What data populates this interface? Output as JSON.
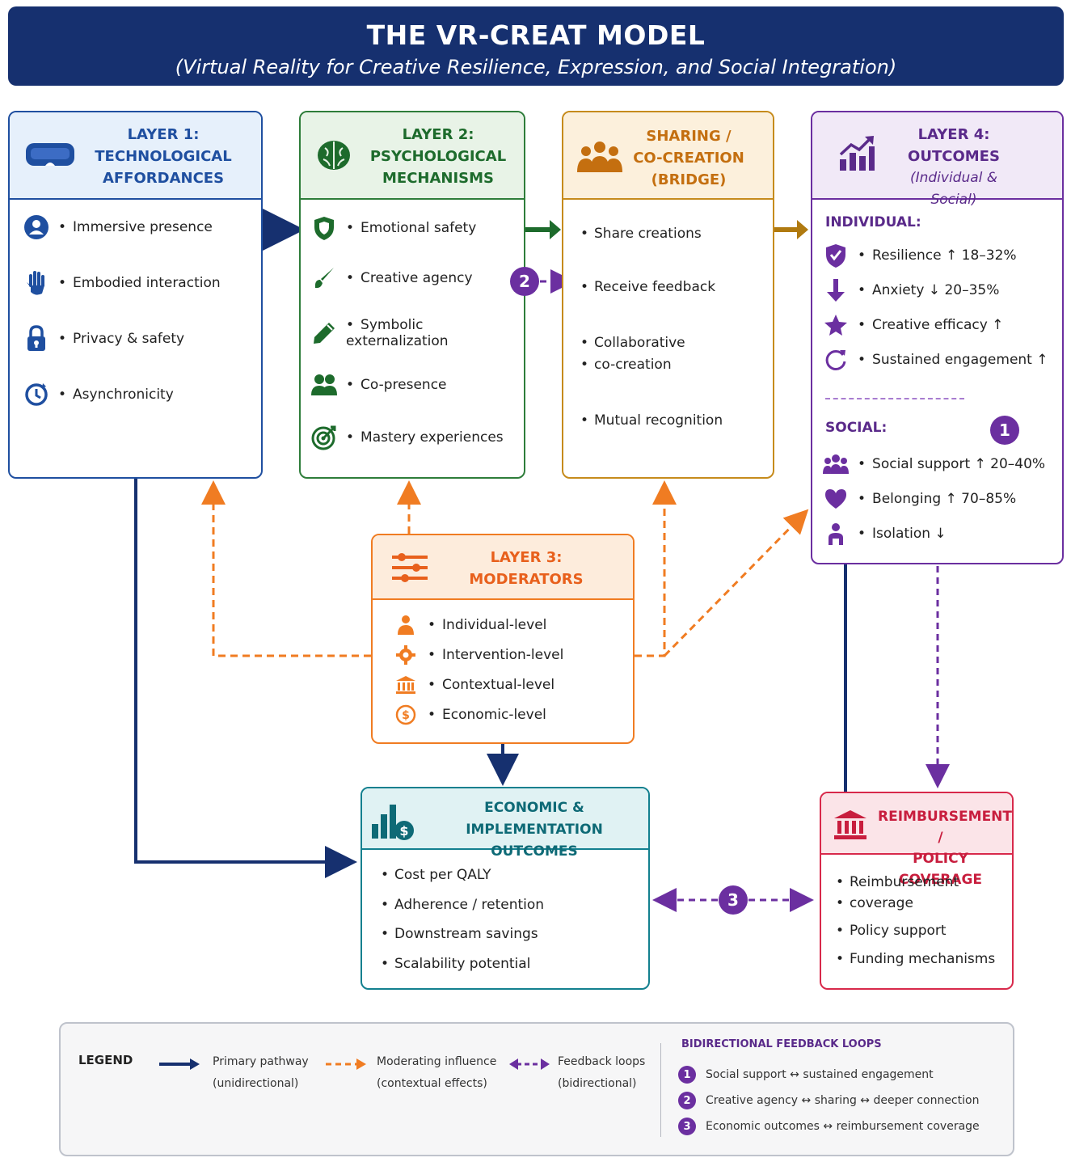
{
  "header": {
    "title": "THE VR-CREAT MODEL",
    "subtitle": "(Virtual Reality for Creative Resilience, Expression, and Social Integration)"
  },
  "colors": {
    "navy": "#16306f",
    "layer1": "#1f4fa0",
    "layer2": "#2e7d3a",
    "bridge": "#c68b1c",
    "layer4": "#6b2fa0",
    "layer3": "#f07c22",
    "economic": "#13808f",
    "policy": "#d8294b"
  },
  "layer1": {
    "title_line1": "LAYER 1:",
    "title_line2": "TECHNOLOGICAL",
    "title_line3": "AFFORDANCES",
    "icon": "vr-headset-icon",
    "items": [
      {
        "label": "Immersive presence",
        "icon": "user-icon"
      },
      {
        "label": "Embodied interaction",
        "icon": "hand-icon"
      },
      {
        "label": "Privacy & safety",
        "icon": "lock-icon"
      },
      {
        "label": "Asynchronicity",
        "icon": "clock-icon"
      }
    ]
  },
  "layer2": {
    "title_line1": "LAYER 2:",
    "title_line2": "PSYCHOLOGICAL",
    "title_line3": "MECHANISMS",
    "icon": "brain-icon",
    "items": [
      {
        "label": "Emotional safety",
        "icon": "shield-icon"
      },
      {
        "label": "Creative agency",
        "icon": "brush-icon"
      },
      {
        "label": "Symbolic externalization",
        "icon": "pencil-icon"
      },
      {
        "label": "Co-presence",
        "icon": "people-icon"
      },
      {
        "label": "Mastery experiences",
        "icon": "target-icon"
      }
    ]
  },
  "bridge": {
    "title_line1": "SHARING /",
    "title_line2": "CO-CREATION",
    "title_line3": "(BRIDGE)",
    "icon": "group-icon",
    "items": [
      "Share creations",
      "Receive feedback",
      "Collaborative",
      "co-creation",
      "Mutual recognition"
    ]
  },
  "layer4": {
    "title_line1": "LAYER 4:",
    "title_line2": "OUTCOMES",
    "title_line3": "(Individual & Social)",
    "icon": "growth-chart-icon",
    "individual_title": "INDIVIDUAL:",
    "individual": [
      {
        "label": "Resilience ↑ 18–32%",
        "icon": "shield-check-icon"
      },
      {
        "label": "Anxiety ↓ 20–35%",
        "icon": "arrow-down-icon"
      },
      {
        "label": "Creative efficacy ↑",
        "icon": "star-icon"
      },
      {
        "label": "Sustained engagement ↑",
        "icon": "refresh-icon"
      }
    ],
    "social_title": "SOCIAL:",
    "social": [
      {
        "label": "Social support ↑ 20–40%",
        "icon": "group-icon"
      },
      {
        "label": "Belonging ↑ 70–85%",
        "icon": "heart-icon"
      },
      {
        "label": "Isolation ↓",
        "icon": "person-icon"
      }
    ]
  },
  "layer3": {
    "title_line1": "LAYER 3:",
    "title_line2": "MODERATORS",
    "icon": "sliders-icon",
    "items": [
      {
        "label": "Individual-level",
        "icon": "person-icon"
      },
      {
        "label": "Intervention-level",
        "icon": "gear-icon"
      },
      {
        "label": "Contextual-level",
        "icon": "building-icon"
      },
      {
        "label": "Economic-level",
        "icon": "dollar-icon"
      }
    ]
  },
  "economic": {
    "title_line1": "ECONOMIC & IMPLEMENTATION",
    "title_line2": "OUTCOMES",
    "icon": "bar-dollar-icon",
    "items": [
      "Cost per QALY",
      "Adherence / retention",
      "Downstream savings",
      "Scalability potential"
    ]
  },
  "policy": {
    "title_line1": "REIMBURSEMENT /",
    "title_line2": "POLICY COVERAGE",
    "icon": "institution-icon",
    "items": [
      "Reimbursement",
      "coverage",
      "Policy support",
      "Funding mechanisms"
    ]
  },
  "badges": {
    "one": "1",
    "two": "2",
    "three": "3"
  },
  "legend": {
    "title": "LEGEND",
    "primary_line1": "Primary pathway",
    "primary_line2": "(unidirectional)",
    "moderating_line1": "Moderating influence",
    "moderating_line2": "(contextual effects)",
    "feedback_line1": "Feedback loops",
    "feedback_line2": "(bidirectional)",
    "loops_title": "BIDIRECTIONAL FEEDBACK LOOPS",
    "loops": [
      {
        "num": "1",
        "text": "Social support ↔ sustained engagement"
      },
      {
        "num": "2",
        "text": "Creative agency ↔ sharing ↔ deeper connection"
      },
      {
        "num": "3",
        "text": "Economic outcomes ↔ reimbursement coverage"
      }
    ]
  }
}
